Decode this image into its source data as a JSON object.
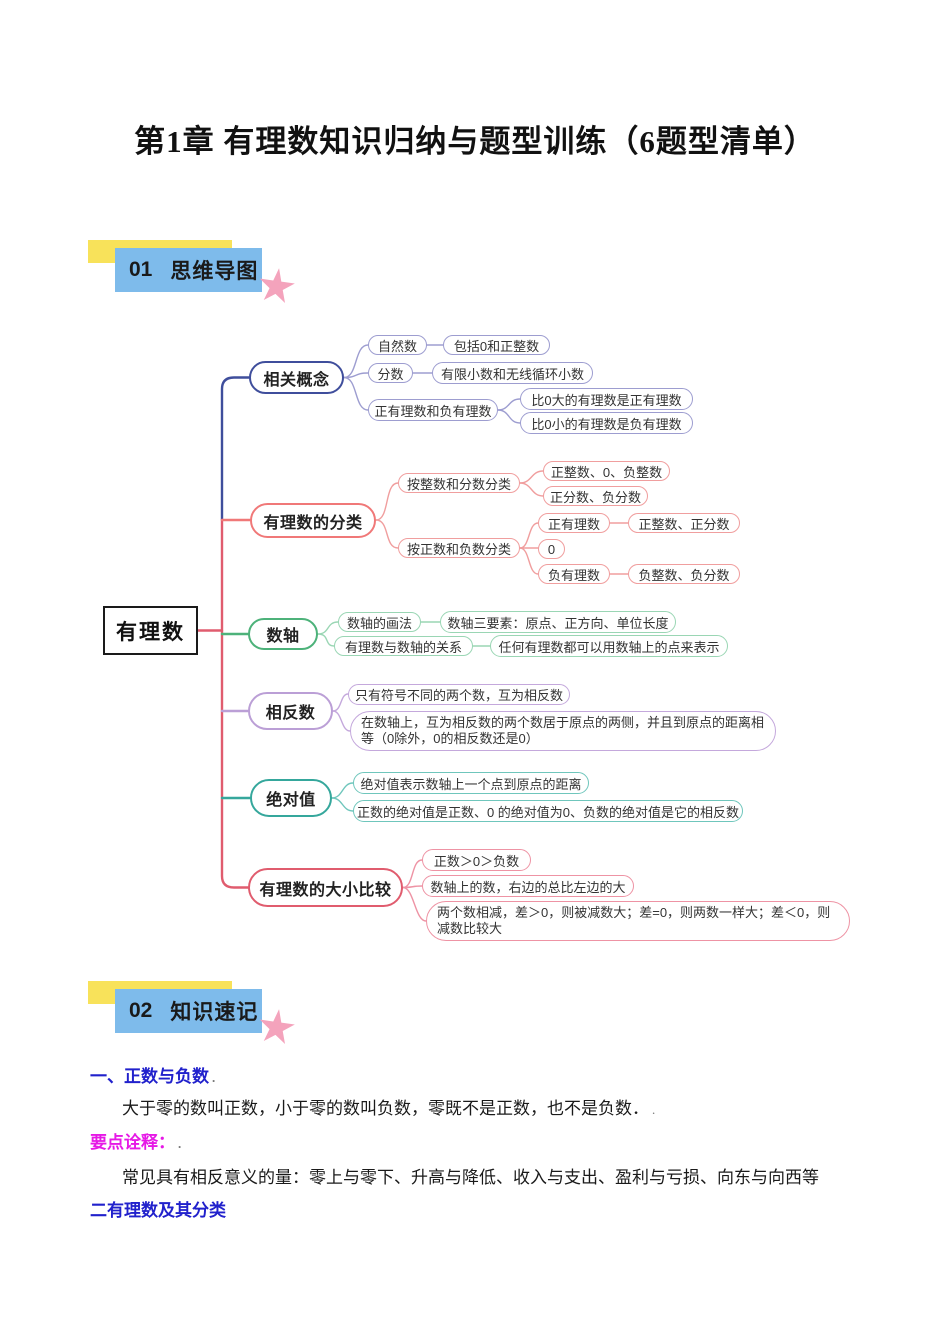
{
  "title": "第1章 有理数知识归纳与题型训练（6题型清单）",
  "palette": {
    "header_bar_yellow": "#F8E25A",
    "header_box_blue": "#7EBBEB",
    "star_pink": "#F4A3BC",
    "heading_blue": "#2121CC",
    "callout_magenta": "#E619E6"
  },
  "headers": [
    {
      "num": "01",
      "label": "思维导图"
    },
    {
      "num": "02",
      "label": "知识速记"
    }
  ],
  "mindmap": {
    "root": {
      "label": "有理数"
    },
    "branches": [
      {
        "label": "相关概念",
        "color": "#3F4E9C",
        "child_color": "#9D9DD0",
        "children": [
          {
            "label": "自然数",
            "children": [
              {
                "label": "包括0和正整数"
              }
            ]
          },
          {
            "label": "分数",
            "children": [
              {
                "label": "有限小数和无线循环小数"
              }
            ]
          },
          {
            "label": "正有理数和负有理数",
            "children": [
              {
                "label": "比0大的有理数是正有理数"
              },
              {
                "label": "比0小的有理数是负有理数"
              }
            ]
          }
        ]
      },
      {
        "label": "有理数的分类",
        "color": "#F07878",
        "child_color": "#F09E9E",
        "children": [
          {
            "label": "按整数和分数分类",
            "children": [
              {
                "label": "正整数、0、负整数"
              },
              {
                "label": "正分数、负分数"
              }
            ]
          },
          {
            "label": "按正数和负数分类",
            "children": [
              {
                "label": "正有理数",
                "children": [
                  {
                    "label": "正整数、正分数"
                  }
                ]
              },
              {
                "label": "0"
              },
              {
                "label": "负有理数",
                "children": [
                  {
                    "label": "负整数、负分数"
                  }
                ]
              }
            ]
          }
        ]
      },
      {
        "label": "数轴",
        "color": "#4DB27A",
        "child_color": "#9AD6B4",
        "children": [
          {
            "label": "数轴的画法",
            "children": [
              {
                "label": "数轴三要素：原点、正方向、单位长度"
              }
            ]
          },
          {
            "label": "有理数与数轴的关系",
            "children": [
              {
                "label": "任何有理数都可以用数轴上的点来表示"
              }
            ]
          }
        ]
      },
      {
        "label": "相反数",
        "color": "#BB9FD6",
        "child_color": "#C4A8DC",
        "children": [
          {
            "label": "只有符号不同的两个数，互为相反数"
          },
          {
            "label": "在数轴上，互为相反数的两个数居于原点的两侧，并且到原点的距离相等（0除外，0的相反数还是0）"
          }
        ]
      },
      {
        "label": "绝对值",
        "color": "#35A79C",
        "child_color": "#6FC6BC",
        "children": [
          {
            "label": "绝对值表示数轴上一个点到原点的距离"
          },
          {
            "label": "正数的绝对值是正数、0 的绝对值为0、负数的绝对值是它的相反数"
          }
        ]
      },
      {
        "label": "有理数的大小比较",
        "color": "#E05C6E",
        "child_color": "#EE93A4",
        "children": [
          {
            "label": "正数＞0＞负数"
          },
          {
            "label": "数轴上的数，右边的总比左边的大"
          },
          {
            "label": "两个数相减，差＞0，则被减数大；差=0，则两数一样大；差＜0，则减数比较大"
          }
        ]
      }
    ]
  },
  "notes": {
    "heading1": "一、正数与负数",
    "heading1_dot": ".",
    "para1": "大于零的数叫正数，小于零的数叫负数，零既不是正数，也不是负数．",
    "para1_dot": ".",
    "callout": "要点诠释：",
    "callout_dot": ".",
    "para2": "常见具有相反意义的量：零上与零下、升高与降低、收入与支出、盈利与亏损、向东与向西等",
    "heading2": "二有理数及其分类"
  }
}
